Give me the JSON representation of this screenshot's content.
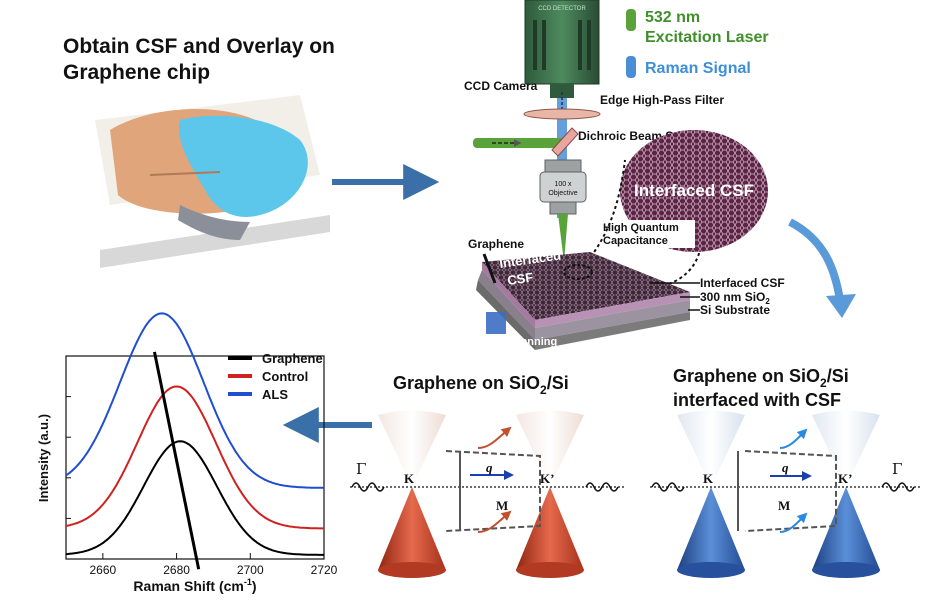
{
  "step1": {
    "title": "Obtain CSF and Overlay on Graphene chip"
  },
  "setup": {
    "ccd_detector": "CCD DETECTOR",
    "ccd_camera": "CCD Camera",
    "laser_legend": "532 nm",
    "laser_legend2": "Excitation Laser",
    "raman_legend": "Raman Signal",
    "filter": "Edge High-Pass Filter",
    "splitter": "Dichroic Beam Splitter",
    "objective": "100 x",
    "objective2": "Objective",
    "interfaced_csf_big": "Interfaced CSF",
    "high_qc": "High Quantum",
    "high_qc2": "Capacitance",
    "graphene": "Graphene",
    "interfaced_chip": "Interfaced",
    "interfaced_chip2": "CSF",
    "layer_csf": "Interfaced CSF",
    "layer_sio2": "300 nm SiO",
    "layer_sio2_sub": "2",
    "layer_si": "Si Substrate",
    "xy_scanning": "x-y scanning"
  },
  "colors": {
    "laser": "#5aa33a",
    "raman": "#4a8fd6",
    "arrow": "#3a6fa8",
    "control": "#d02020",
    "als": "#1f4fd0",
    "graphene": "#000000",
    "cone_red": "#c8442a",
    "cone_blue": "#2e63b5"
  },
  "bands": {
    "left_title": "Graphene on SiO",
    "left_title_sub": "2",
    "left_title_end": "/Si",
    "right_title": "Graphene on SiO",
    "right_title_sub": "2",
    "right_title_end": "/Si",
    "right_title2": "interfaced with CSF",
    "gamma": "Γ",
    "k": "K",
    "kprime": "K’",
    "q": "q",
    "m": "M"
  },
  "chart_data": {
    "type": "line",
    "xlabel": "Raman Shift (cm",
    "xlabel_sup": "-1",
    "xlabel_end": ")",
    "ylabel": "Intensity (a.u.)",
    "xlim": [
      2650,
      2720
    ],
    "xticks": [
      "2660",
      "2680",
      "2700",
      "2720"
    ],
    "ylim": [
      0,
      1
    ],
    "series": [
      {
        "name": "Graphene",
        "color": "#000000",
        "peak": 2681,
        "height": 0.56,
        "base": 0.02,
        "width": 14
      },
      {
        "name": "Control",
        "color": "#d02020",
        "peak": 2680,
        "height": 0.7,
        "base": 0.15,
        "width": 15
      },
      {
        "name": "ALS",
        "color": "#1f4fd0",
        "peak": 2676,
        "height": 0.86,
        "base": 0.35,
        "width": 16
      }
    ],
    "trend_line": {
      "from": [
        2674,
        1.02
      ],
      "to": [
        2686,
        -0.05
      ]
    },
    "legend_position": "top-right"
  }
}
